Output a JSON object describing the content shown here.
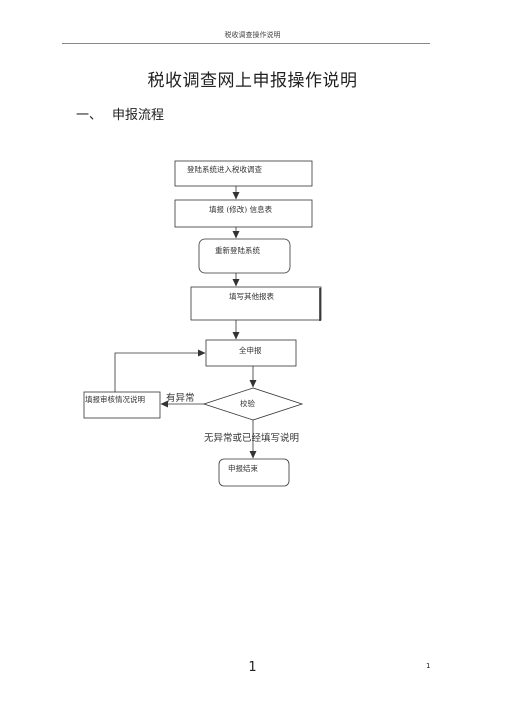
{
  "header": {
    "title": "税收调查操作说明"
  },
  "document": {
    "title": "税收调查网上申报操作说明",
    "section": {
      "number": "一、",
      "title": "申报流程"
    }
  },
  "flowchart": {
    "nodes": {
      "login": "登陆系统进入税收调查",
      "fill_info": "填报 (修改) 信息表",
      "relogin": "重新登陆系统",
      "fill_other": "填写其他报表",
      "full_submit": "全申报",
      "verify": "校验",
      "explain": "填报审核情况说明",
      "end": "申报结束"
    },
    "edge_labels": {
      "anomaly": "有异常",
      "no_anomaly": "无异常或已经填写说明"
    }
  },
  "footer": {
    "page_center": "1",
    "page_right": "1"
  }
}
